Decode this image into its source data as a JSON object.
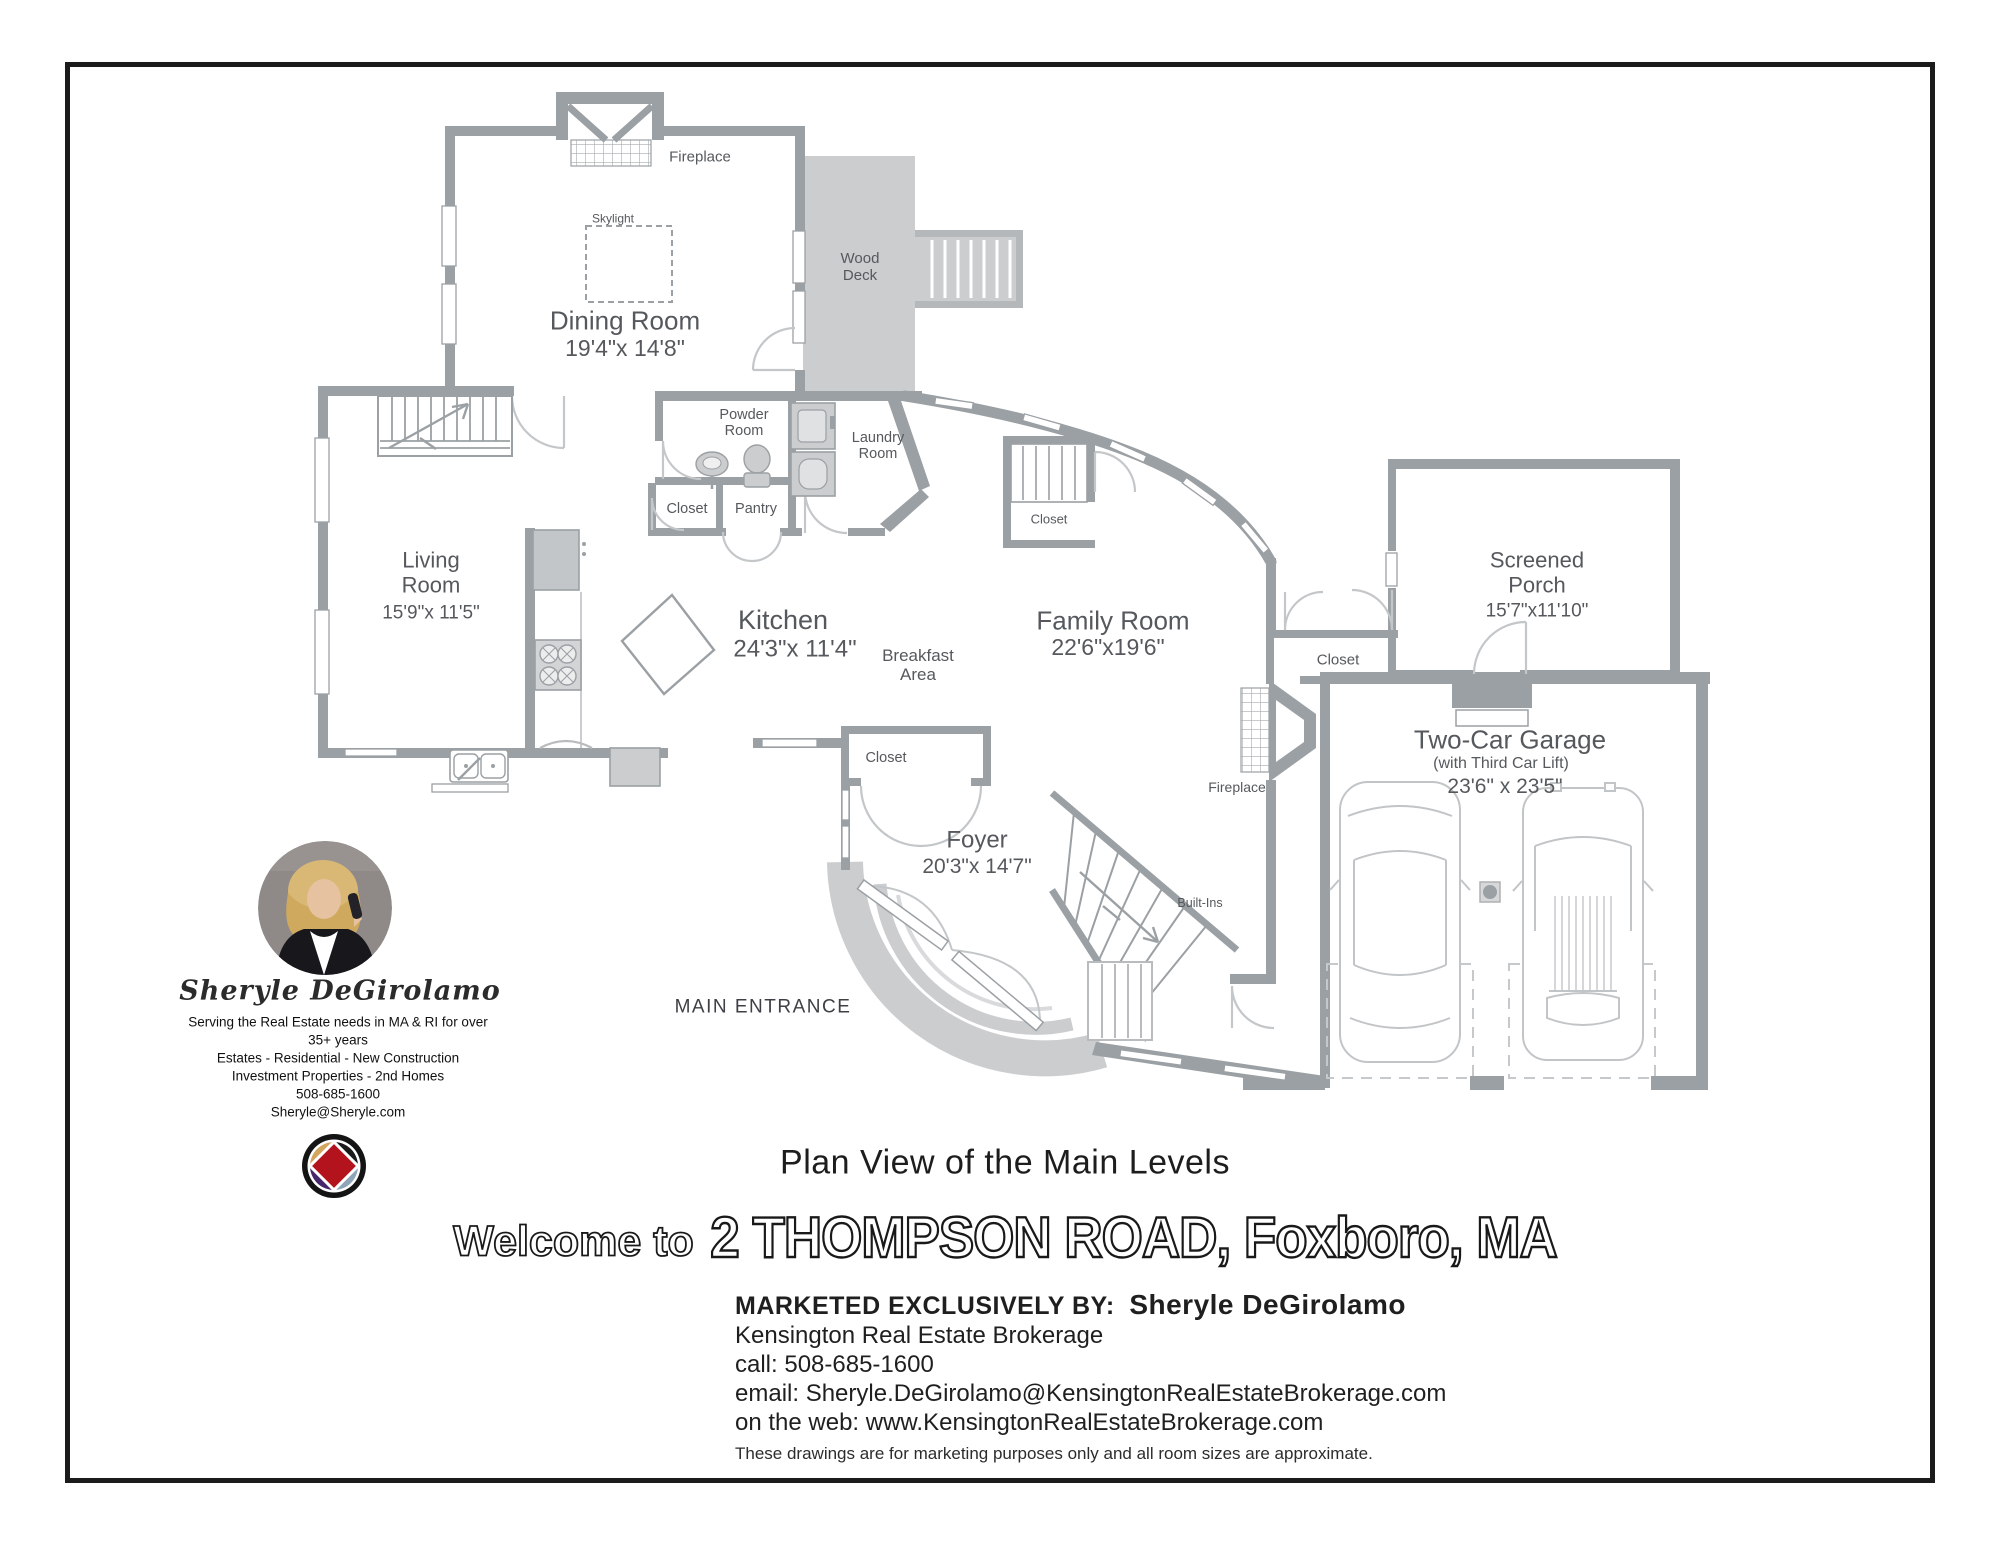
{
  "plan": {
    "rooms": {
      "dining": {
        "name": "Dining Room",
        "dims": "19'4\"x 14'8\""
      },
      "living": {
        "name": "Living Room",
        "dims": "15'9\"x 11'5\""
      },
      "kitchen": {
        "name": "Kitchen",
        "dims": "24'3\"x 11'4\""
      },
      "breakfast": {
        "name": "Breakfast Area"
      },
      "family": {
        "name": "Family Room",
        "dims": "22'6\"x19'6\""
      },
      "foyer": {
        "name": "Foyer",
        "dims": "20'3\"x 14'7\""
      },
      "screened_porch": {
        "name": "Screened Porch",
        "dims": "15'7\"x11'10\""
      },
      "garage": {
        "name": "Two-Car Garage",
        "sub": "(with Third Car Lift)",
        "dims": "23'6\" x 23'5\""
      },
      "powder": {
        "name": "Powder Room"
      },
      "laundry": {
        "name": "Laundry Room"
      },
      "pantry": {
        "name": "Pantry"
      },
      "wood_deck": {
        "name": "Wood Deck"
      }
    },
    "labels": {
      "fireplace_dining": "Fireplace",
      "fireplace_family": "Fireplace",
      "skylight": "Skylight",
      "closet_hall": "Closet",
      "closet_center": "Closet",
      "closet_east": "Closet",
      "closet_foyer": "Closet",
      "built_ins": "Built-Ins",
      "main_entrance": "MAIN ENTRANCE"
    }
  },
  "agent": {
    "signature": "Sheryle DeGirolamo",
    "tagline_line1": "Serving the Real Estate needs in MA & RI for over",
    "tagline_line2": "35+ years",
    "services_line1": "Estates - Residential - New Construction",
    "services_line2": "Investment Properties - 2nd Homes",
    "phone": "508-685-1600",
    "email": "Sheryle@Sheryle.com"
  },
  "footer": {
    "plan_title": "Plan View of the Main Levels",
    "welcome_prefix": "Welcome to",
    "welcome_address": "2 THOMPSON ROAD, Foxboro, MA",
    "marketed_by": "MARKETED EXCLUSIVELY BY:",
    "agent_name": "Sheryle DeGirolamo",
    "brokerage": "Kensington Real Estate Brokerage",
    "call": "call: 508-685-1600",
    "email": "email: Sheryle.DeGirolamo@KensingtonRealEstateBrokerage.com",
    "web": "on the web: www.KensingtonRealEstateBrokerage.com",
    "disclaimer": "These drawings are for marketing purposes only and all room sizes are approximate."
  },
  "colors": {
    "wall": "#9ba0a4",
    "deck_fill": "#cbcdcf",
    "label_text": "#55595d",
    "logo_red": "#b3131d",
    "logo_gold": "#d2a65f",
    "logo_purple": "#46276b",
    "logo_slate": "#8fa5b8"
  }
}
